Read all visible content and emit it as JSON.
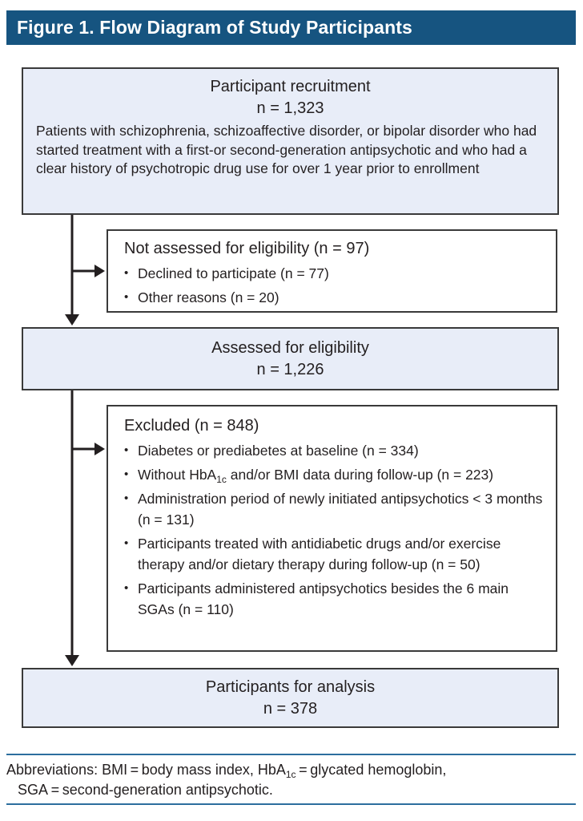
{
  "bullet_char": "•",
  "title_bar": {
    "text": "Figure 1. Flow Diagram of Study Participants"
  },
  "colors": {
    "header_bg": "#165480",
    "box_fill": "#e8edf8",
    "box_border": "#3a3a3a",
    "arrow": "#231f20",
    "rule": "#2c6e9e",
    "text": "#231f20"
  },
  "flow": {
    "recruitment": {
      "heading": "Participant recruitment",
      "count": "n = 1,323",
      "description": "Patients with schizophrenia, schizoaffective disorder, or bipolar disorder who had started treatment with a first-or second-generation antipsychotic and who had a clear history of psychotropic drug use for over 1 year prior to enrollment"
    },
    "not_assessed": {
      "heading": "Not assessed for eligibility (n = 97)",
      "bullets": [
        {
          "pre": "Declined to participate (n = 77)"
        },
        {
          "pre": "Other reasons (n = 20)"
        }
      ]
    },
    "assessed": {
      "heading": "Assessed for eligibility",
      "count": "n = 1,226"
    },
    "excluded": {
      "heading": "Excluded (n = 848)",
      "bullets": [
        {
          "pre": "Diabetes or prediabetes at baseline (n = 334)"
        },
        {
          "pre": "Without HbA",
          "sub": "1c",
          "post": " and/or BMI data during follow-up (n = 223)"
        },
        {
          "pre": "Administration period of newly initiated antipsychotics < 3 months (n = 131)"
        },
        {
          "pre": "Participants treated with antidiabetic drugs and/or exercise therapy and/or dietary therapy during follow-up (n = 50)"
        },
        {
          "pre": "Participants administered antipsychotics besides the 6 main SGAs (n = 110)"
        }
      ]
    },
    "analysis": {
      "heading": "Participants for analysis",
      "count": "n = 378"
    }
  },
  "footnote": {
    "pre": "Abbreviations: BMI = body mass index, HbA",
    "sub": "1c",
    "post": " = glycated hemoglobin,",
    "line2": "SGA = second-generation antipsychotic."
  }
}
